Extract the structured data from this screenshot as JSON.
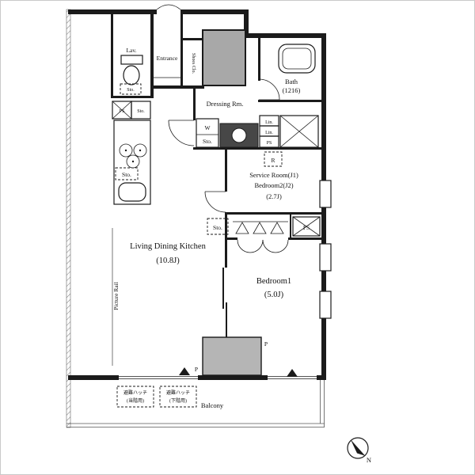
{
  "rooms": {
    "lav": "Lav.",
    "entrance": "Entrance",
    "shoes_closet": "Shoes Clo.",
    "bath": "Bath",
    "bath_size": "(1216)",
    "dressing": "Dressing Rm.",
    "service_room": "Service Room(J1)",
    "service_room2": "Bedroom2(J2)",
    "service_size": "(2.7J)",
    "ldk": "Living Dining Kitchen",
    "ldk_size": "(10.8J)",
    "bedroom1": "Bedroom1",
    "bedroom1_size": "(5.0J)",
    "balcony": "Balcony"
  },
  "labels": {
    "ps": "PS",
    "sto": "Sto.",
    "washer": "W",
    "refrigerator": "R",
    "linen": "Lin.",
    "pillar": "P",
    "picture_rail": "Picture Rail",
    "north": "N",
    "hatch_name": "避難ハッチ",
    "hatch1_note": "(当階用)",
    "hatch2_note": "(下階用)"
  },
  "icons": {
    "toilet": "toilet-icon",
    "bathtub": "bathtub-icon",
    "stove": "stove-burners-icon",
    "sink": "kitchen-sink-icon",
    "basin": "vanity-basin-icon",
    "hanger": "closet-hanger-icon",
    "door_arc": "door-swing-arc-icon",
    "triangle_marker": "balcony-access-triangle-icon",
    "compass": "north-compass-icon"
  },
  "colors": {
    "wall": "#1b1b1b",
    "shaft_fill": "#a8a8a8",
    "column_fill": "#b5b5b5",
    "counter_fill": "#474747"
  }
}
